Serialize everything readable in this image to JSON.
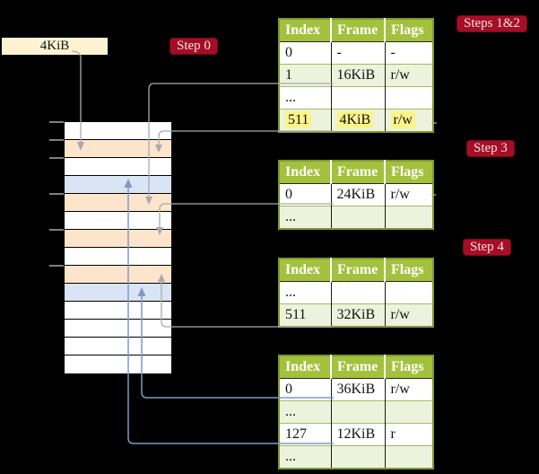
{
  "colors": {
    "background": "#000000",
    "badge_red": "#a60e26",
    "badge_text": "#f2e3e3",
    "table_header_green": "#a3c13d",
    "table_border_olive": "#7f992e",
    "table_row_green": "#edf2dc",
    "frame_pagetable_peach": "#fce5cb",
    "frame_data_blue": "#d9e4f5",
    "pointer_box_cream": "#fdf3d2",
    "highlight_yellow": "#fbf48b",
    "gray_connector": "#a9a9b0",
    "blue_connector": "#7d99c9"
  },
  "pointer_box": {
    "label": "4KiB"
  },
  "badges": {
    "step0": "Step 0",
    "steps12": "Steps 1&2",
    "step3": "Step 3",
    "step4": "Step 4"
  },
  "tables": [
    {
      "headers": [
        "Index",
        "Frame",
        "Flags"
      ],
      "rows": [
        {
          "cells": [
            "0",
            "-",
            "-"
          ],
          "shaded": false,
          "highlight": false
        },
        {
          "cells": [
            "1",
            "16KiB",
            "r/w"
          ],
          "shaded": true,
          "highlight": false
        },
        {
          "cells": [
            "...",
            "",
            ""
          ],
          "shaded": false,
          "highlight": false
        },
        {
          "cells": [
            "511",
            "4KiB",
            "r/w"
          ],
          "shaded": true,
          "highlight": true
        }
      ]
    },
    {
      "headers": [
        "Index",
        "Frame",
        "Flags"
      ],
      "rows": [
        {
          "cells": [
            "0",
            "24KiB",
            "r/w"
          ],
          "shaded": false,
          "highlight": false
        },
        {
          "cells": [
            "...",
            "",
            ""
          ],
          "shaded": true,
          "highlight": false
        }
      ]
    },
    {
      "headers": [
        "Index",
        "Frame",
        "Flags"
      ],
      "rows": [
        {
          "cells": [
            "...",
            "",
            ""
          ],
          "shaded": false,
          "highlight": false
        },
        {
          "cells": [
            "511",
            "32KiB",
            "r/w"
          ],
          "shaded": true,
          "highlight": false
        }
      ]
    },
    {
      "headers": [
        "Index",
        "Frame",
        "Flags"
      ],
      "rows": [
        {
          "cells": [
            "0",
            "36KiB",
            "r/w"
          ],
          "shaded": false,
          "highlight": false
        },
        {
          "cells": [
            "...",
            "",
            ""
          ],
          "shaded": true,
          "highlight": false
        },
        {
          "cells": [
            "127",
            "12KiB",
            "r"
          ],
          "shaded": false,
          "highlight": false
        },
        {
          "cells": [
            "...",
            "",
            ""
          ],
          "shaded": true,
          "highlight": false
        }
      ]
    }
  ],
  "memory": {
    "rows": [
      "free",
      "table",
      "free",
      "data",
      "table",
      "free",
      "table",
      "free",
      "table",
      "data",
      "free",
      "free",
      "free",
      "free"
    ]
  }
}
